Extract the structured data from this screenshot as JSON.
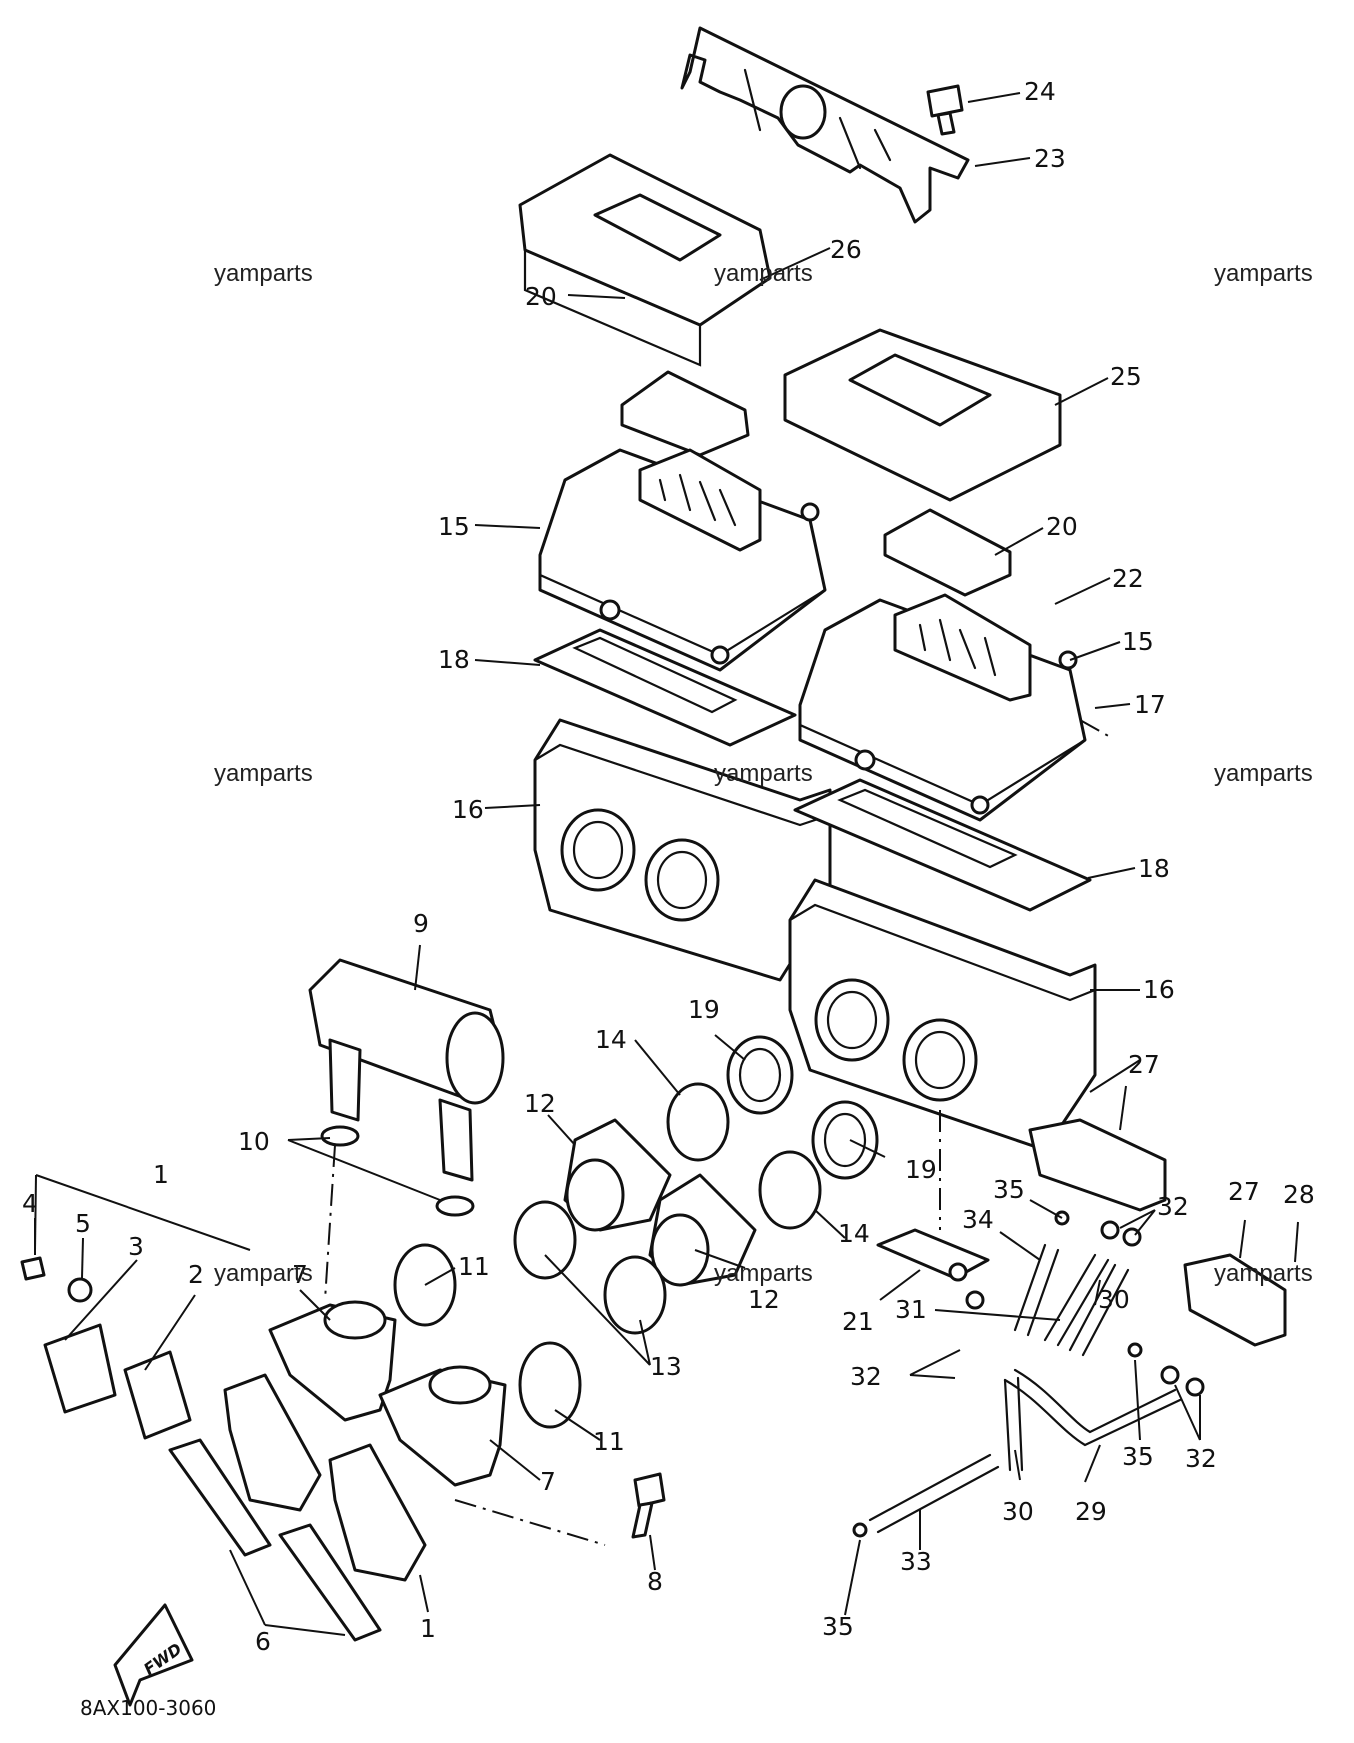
{
  "watermark": "yamparts",
  "diagram_code": "8AX100-3060",
  "fwd_label": "FWD",
  "callouts": [
    "24",
    "23",
    "26",
    "20",
    "25",
    "15",
    "20",
    "22",
    "15",
    "17",
    "18",
    "16",
    "18",
    "16",
    "9",
    "19",
    "14",
    "12",
    "10",
    "27",
    "19",
    "14",
    "35",
    "34",
    "32",
    "27",
    "28",
    "4",
    "5",
    "3",
    "2",
    "1",
    "7",
    "11",
    "12",
    "13",
    "21",
    "31",
    "30",
    "32",
    "35",
    "32",
    "11",
    "7",
    "8",
    "30",
    "29",
    "33",
    "35",
    "6",
    "1"
  ]
}
